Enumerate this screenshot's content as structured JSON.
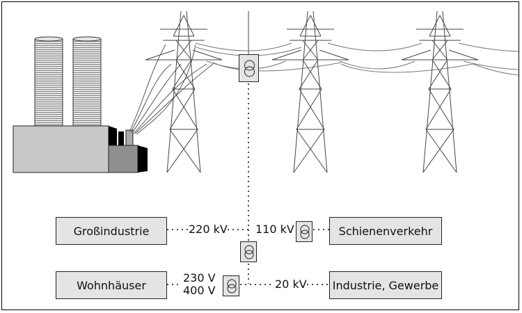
{
  "consumers": {
    "heavy_industry": "Großindustrie",
    "rail": "Schienenverkehr",
    "residential": "Wohnhäuser",
    "commerce": "Industrie, Gewerbe"
  },
  "voltages": {
    "v220kv": "220 kV",
    "v110kv": "110 kV",
    "v230v": "230 V",
    "v400v": "400 V",
    "v20kv": "20 kV"
  },
  "icons": {
    "power_plant": "power-plant-icon",
    "pylon": "transmission-pylon-icon",
    "transformer": "transformer-icon"
  },
  "colors": {
    "box_fill": "#e4e4e4",
    "plant_body": "#c8c8c8",
    "plant_dark": "#000000",
    "lines": "#333333"
  }
}
